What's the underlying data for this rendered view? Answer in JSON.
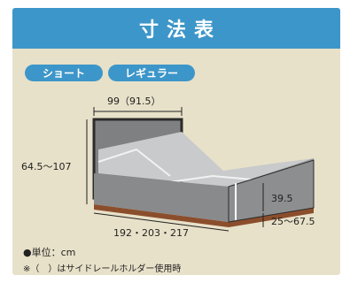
{
  "header": {
    "title": "寸法表"
  },
  "tags": {
    "short": "ショート",
    "regular": "レギュラー"
  },
  "dimensions": {
    "width": "99（91.5）",
    "height": "64.5〜107",
    "length": "192・203・217",
    "rail": "39.5",
    "floor": "25〜67.5"
  },
  "notes": {
    "unit": "●単位：cm",
    "rail_note": "※（　）はサイドレールホルダー使用時"
  },
  "colors": {
    "header": "#3d96c9",
    "panel": "#e8e1c9",
    "bed_grey": "#878889",
    "frame_brown": "#8b4e2c"
  }
}
